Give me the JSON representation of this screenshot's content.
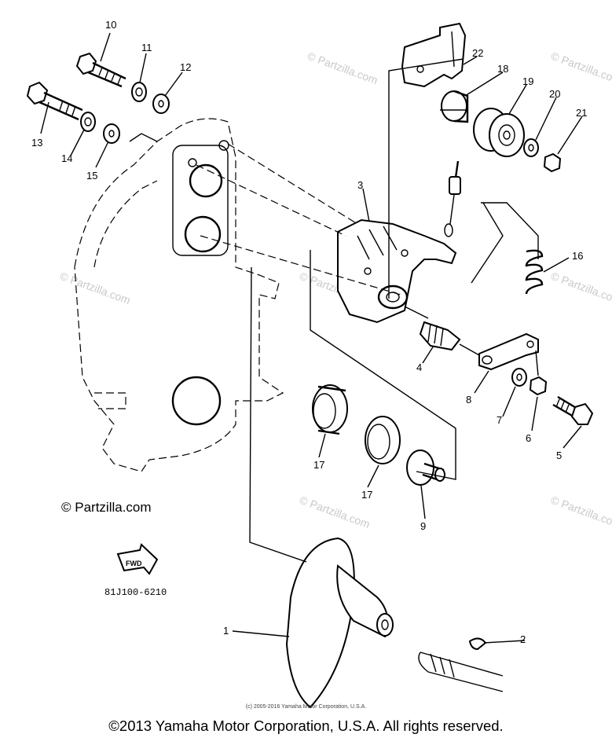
{
  "diagram": {
    "part_numbers": [
      "1",
      "2",
      "3",
      "4",
      "5",
      "6",
      "7",
      "8",
      "9",
      "10",
      "11",
      "12",
      "13",
      "14",
      "15",
      "16",
      "17",
      "17",
      "18",
      "19",
      "20",
      "21",
      "22"
    ],
    "diagram_code": "81J100-6210",
    "site_mark": "© Partzilla.com",
    "fwd_label": "FWD",
    "watermark": "© Partzilla.com",
    "small_copyright": "(c) 2005-2016 Yamaha Motor Corporation, U.S.A.",
    "copyright": "©2013 Yamaha Motor Corporation, U.S.A. All rights reserved."
  }
}
